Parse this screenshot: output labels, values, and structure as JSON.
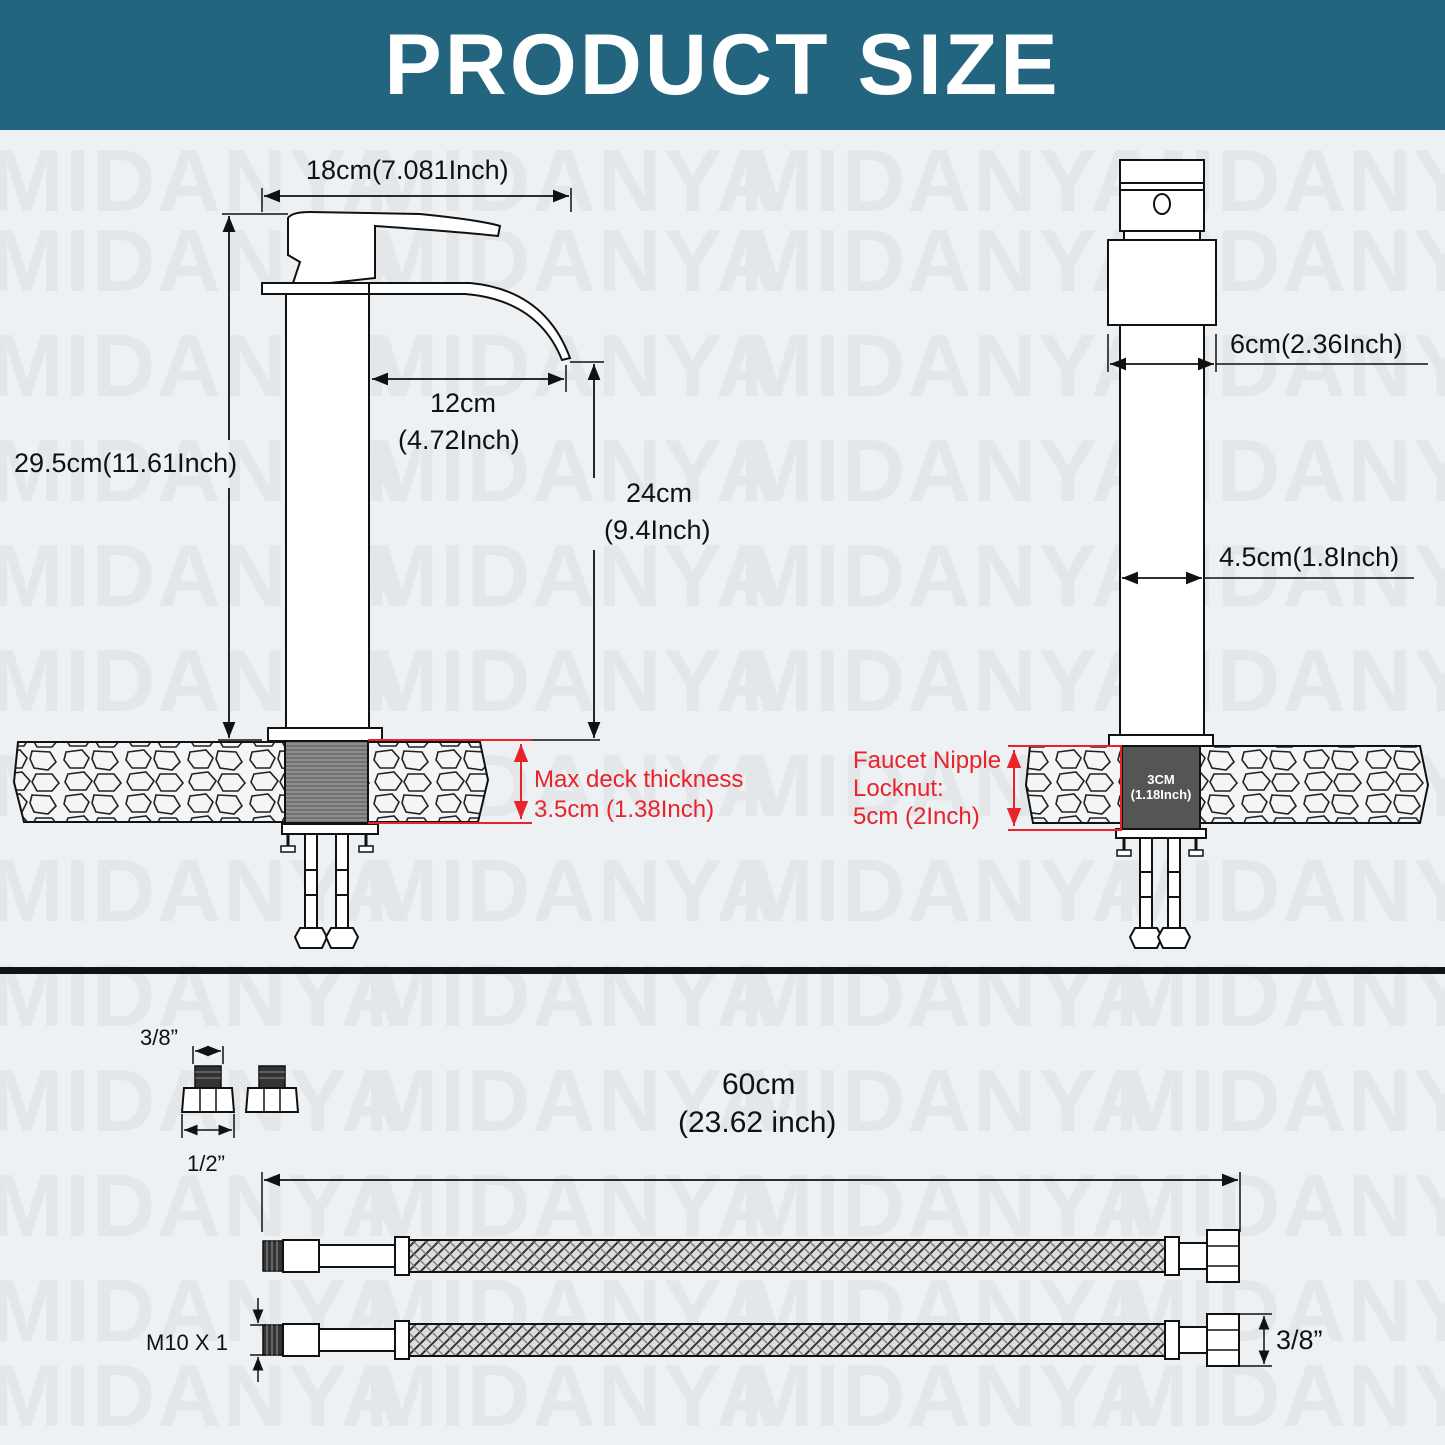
{
  "header": {
    "title": "PRODUCT SIZE"
  },
  "watermark": {
    "text": "MIDANYA"
  },
  "colors": {
    "header_bg": "#23657f",
    "annotation_red": "#e8232a",
    "background": "#eef1f3"
  },
  "front_view": {
    "width_label": "18cm(7.081Inch)",
    "height_label": "29.5cm(11.61Inch)",
    "reach_line1": "12cm",
    "reach_line2": "(4.72Inch)",
    "spout_height_line1": "24cm",
    "spout_height_line2": "(9.4Inch)",
    "deck_line1": "Max deck thickness",
    "deck_line2": "3.5cm (1.38Inch)"
  },
  "side_view": {
    "base_width_label": "6cm(2.36Inch)",
    "body_width_label": "4.5cm(1.8Inch)",
    "nipple_line1": "Faucet Nipple",
    "nipple_line2": "Locknut:",
    "nipple_line3": "5cm (2Inch)",
    "nut_line1": "3CM",
    "nut_line2": "(1.18Inch)"
  },
  "hoses": {
    "adapter_top": "3/8”",
    "adapter_bottom": "1/2”",
    "length_line1": "60cm",
    "length_line2": "(23.62 inch)",
    "thread_label": "M10 X 1",
    "end_label": "3/8”"
  }
}
